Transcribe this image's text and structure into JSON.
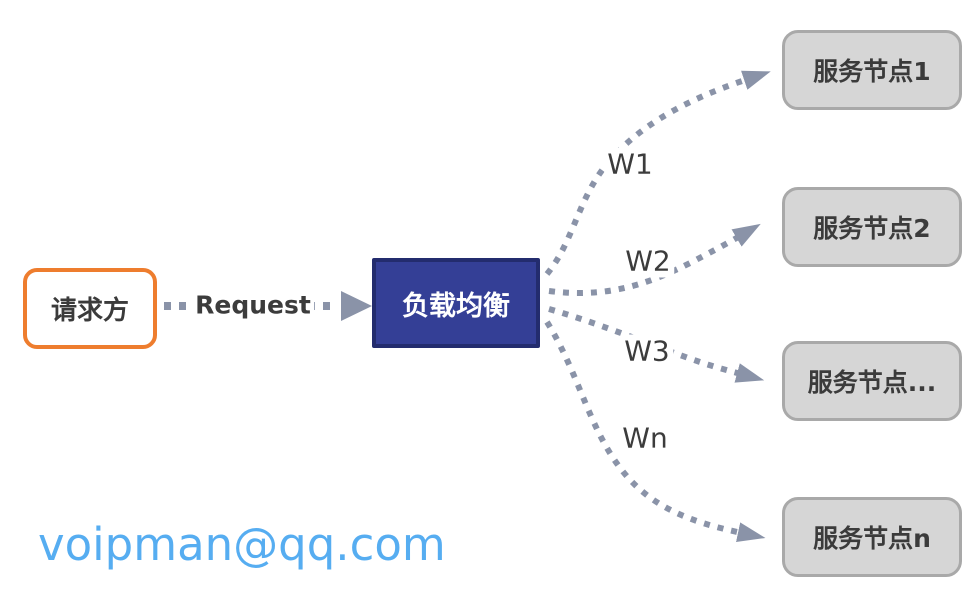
{
  "diagram": {
    "requester": {
      "label": "请求方"
    },
    "request_label": "Request",
    "load_balancer": {
      "label": "负载均衡"
    },
    "weights": [
      {
        "label": "W1"
      },
      {
        "label": "W2"
      },
      {
        "label": "W3"
      },
      {
        "label": "Wn"
      }
    ],
    "nodes": [
      {
        "label": "服务节点1"
      },
      {
        "label": "服务节点2"
      },
      {
        "label": "服务节点..."
      },
      {
        "label": "服务节点n"
      }
    ],
    "watermark": "voipman@qq.com",
    "colors": {
      "requester_border": "#EE7D2E",
      "load_balancer_fill": "#343F96",
      "load_balancer_border": "#232C6E",
      "node_fill": "#D6D6D6",
      "node_border": "#A9A9A9",
      "connector": "#8A93A8",
      "text_dark": "#3B3B3B",
      "watermark_blue": "#56ADF1"
    }
  }
}
